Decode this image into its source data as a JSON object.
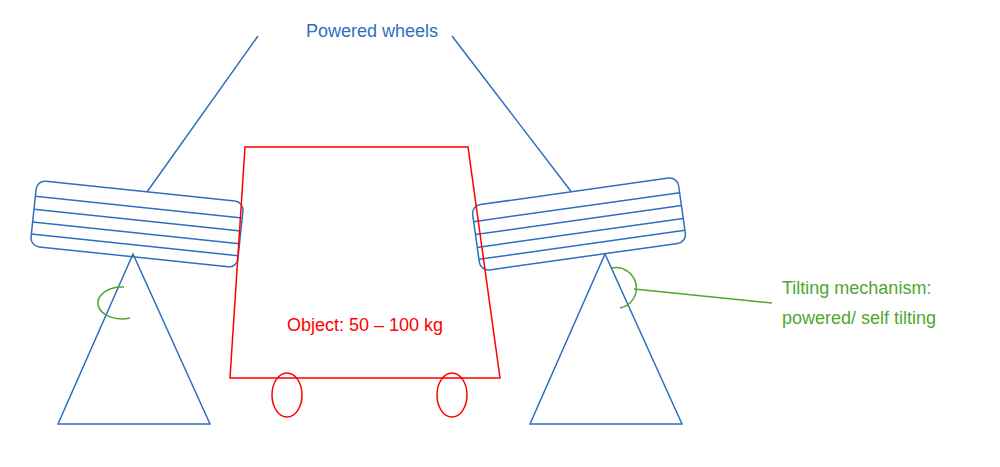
{
  "diagram": {
    "nodes": [
      {
        "text": [
          "Object: 50 – 100 kg"
        ]
      }
    ],
    "labels": [
      "Powered wheels",
      "Tilting mechanism: powered/ self tilting"
    ]
  }
}
